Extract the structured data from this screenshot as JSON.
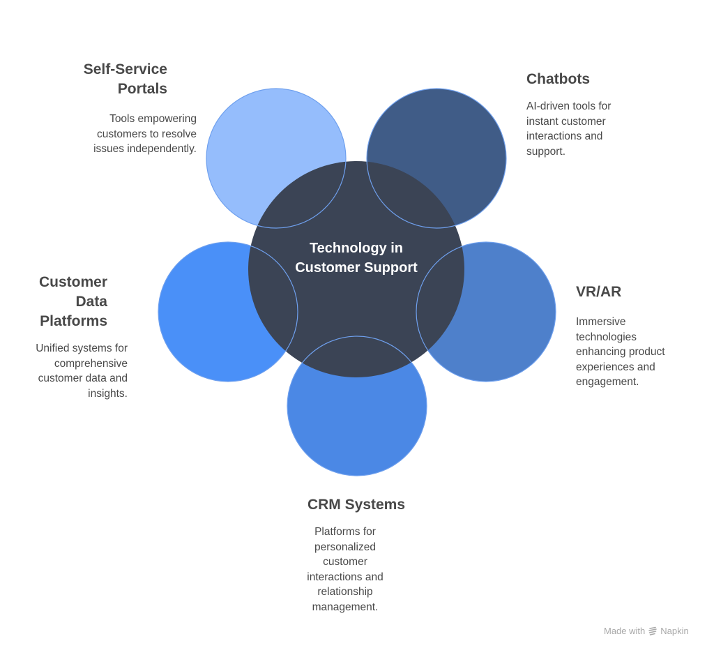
{
  "diagram": {
    "center": {
      "label": "Technology in Customer Support",
      "color": "#3B4455"
    },
    "nodes": [
      {
        "id": "self-service-portals",
        "title": "Self-Service Portals",
        "description": "Tools empowering customers to resolve issues independently.",
        "color": "#95BDFC"
      },
      {
        "id": "chatbots",
        "title": "Chatbots",
        "description": "AI-driven tools for instant customer interactions and support.",
        "color": "#405C87"
      },
      {
        "id": "vr-ar",
        "title": "VR/AR",
        "description": "Immersive technologies enhancing product experiences and engagement.",
        "color": "#4E80CB"
      },
      {
        "id": "crm-systems",
        "title": "CRM Systems",
        "description": "Platforms for personalized customer interactions and relationship management.",
        "color": "#4B88E5"
      },
      {
        "id": "customer-data-platforms",
        "title": "Customer Data Platforms",
        "description": "Unified systems for comprehensive customer data and insights.",
        "color": "#4A90F8"
      }
    ],
    "outline_color": "#6FA0EE"
  },
  "watermark": {
    "prefix": "Made with",
    "brand": "Napkin"
  }
}
